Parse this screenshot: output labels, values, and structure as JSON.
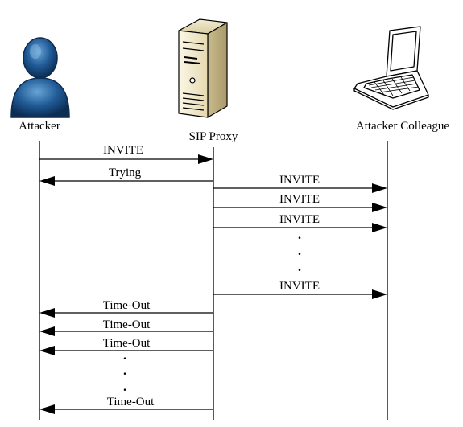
{
  "participants": {
    "attacker": {
      "label": "Attacker",
      "icon": "user-icon",
      "color": "#1f5a96"
    },
    "proxy": {
      "label": "SIP Proxy",
      "icon": "server-tower-icon",
      "color": "#e9dfb8"
    },
    "colleague": {
      "label": "Attacker Colleague",
      "icon": "laptop-icon",
      "color": "#ffffff"
    }
  },
  "messages": [
    {
      "from": "attacker",
      "to": "proxy",
      "label": "INVITE"
    },
    {
      "from": "proxy",
      "to": "attacker",
      "label": "Trying"
    },
    {
      "from": "proxy",
      "to": "colleague",
      "label": "INVITE"
    },
    {
      "from": "proxy",
      "to": "colleague",
      "label": "INVITE"
    },
    {
      "from": "proxy",
      "to": "colleague",
      "label": "INVITE"
    },
    {
      "from": "proxy",
      "to": "colleague",
      "label": "INVITE"
    },
    {
      "from": "proxy",
      "to": "attacker",
      "label": "Time-Out"
    },
    {
      "from": "proxy",
      "to": "attacker",
      "label": "Time-Out"
    },
    {
      "from": "proxy",
      "to": "attacker",
      "label": "Time-Out"
    },
    {
      "from": "proxy",
      "to": "attacker",
      "label": "Time-Out"
    }
  ],
  "ellipsis": "."
}
